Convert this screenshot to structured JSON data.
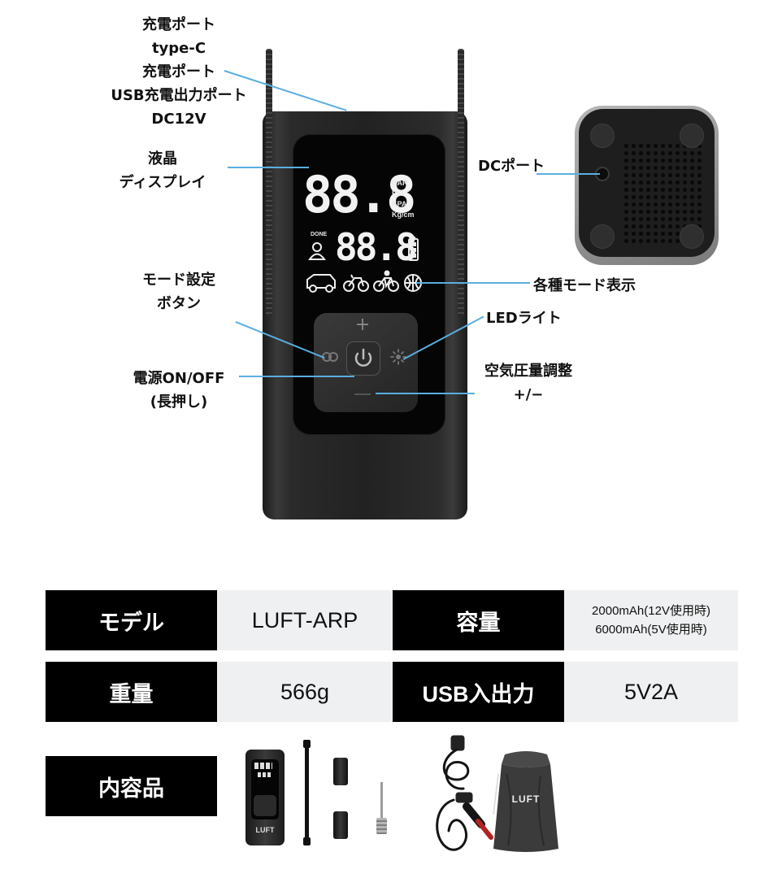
{
  "callouts": {
    "top_ports": [
      "充電ポート",
      "type-C",
      "充電ポート",
      "USB充電出力ポート",
      "DC12V"
    ],
    "display": [
      "液晶",
      "ディスプレイ"
    ],
    "mode_button": [
      "モード設定",
      "ボタン"
    ],
    "power": [
      "電源ON/OFF",
      "(長押し)"
    ],
    "dc_port": "DCポート",
    "modes": "各種モード表示",
    "led": "LEDライト",
    "pressure": [
      "空気圧量調整",
      "+/−"
    ]
  },
  "lcd": {
    "big_digits": "88.8",
    "small_digits": "88.8",
    "units": [
      "BAR",
      "PSI",
      "KPA",
      "Kg/cm"
    ],
    "done": "DONE"
  },
  "specs": {
    "rows": [
      {
        "label1": "モデル",
        "value1": "LUFT-ARP",
        "label2": "容量",
        "value2": [
          "2000mAh(12V使用時)",
          "6000mAh(5V使用時)"
        ]
      },
      {
        "label1": "重量",
        "value1": "566g",
        "label2": "USB入出力",
        "value2": "5V2A"
      }
    ]
  },
  "contents": {
    "label": "内容品",
    "pump_brand": "LUFT",
    "bag_brand": "LUFT"
  },
  "colors": {
    "callout_line": "#5aaee0",
    "header_bg": "#000000",
    "value_bg": "#eef0f1"
  }
}
